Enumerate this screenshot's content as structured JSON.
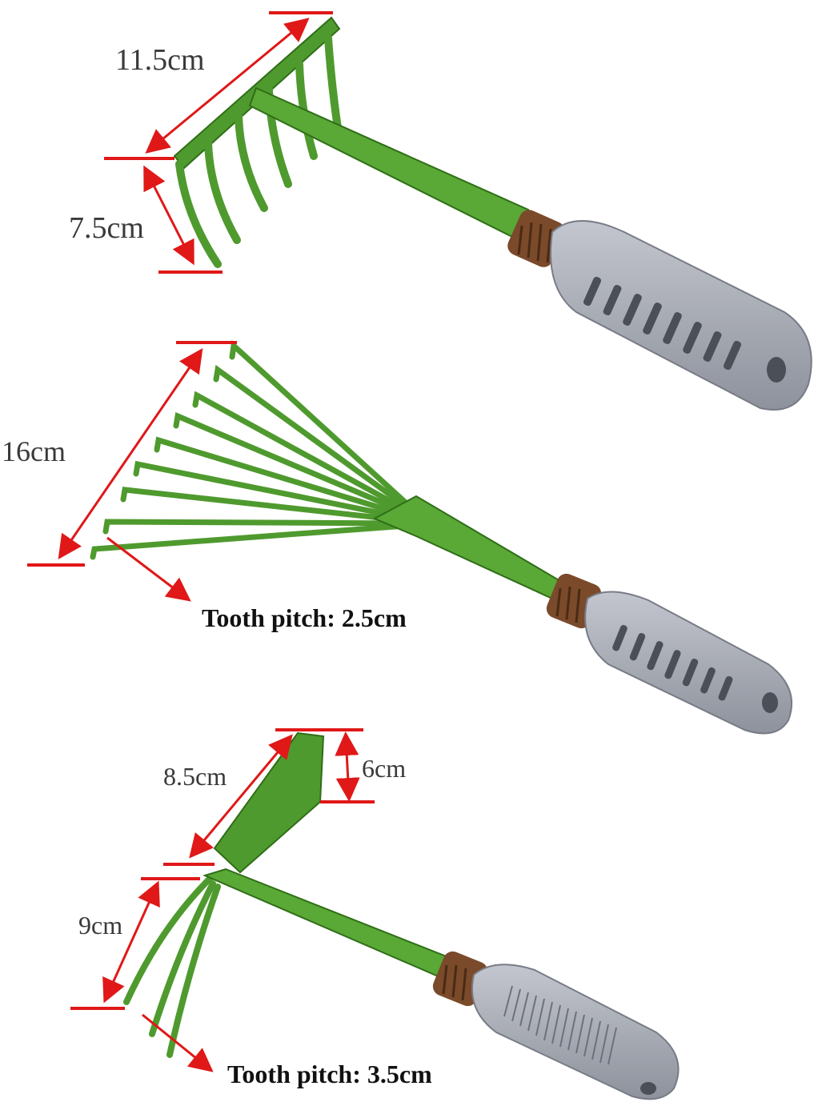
{
  "colors": {
    "tool_green": "#4f9a2e",
    "tool_green_dark": "#2f6e17",
    "handle_grey": "#a7abb6",
    "handle_slot": "#4b4f58",
    "collar_brown": "#7a4a2a",
    "measure_red": "#e01818",
    "background": "#ffffff"
  },
  "tools": [
    {
      "name_icon": "six-tine-hand-rake",
      "dimensions": {
        "width": "11.5cm",
        "height": "7.5cm"
      }
    },
    {
      "name_icon": "leaf-fan-rake",
      "dimensions": {
        "width": "16cm",
        "tooth_pitch": "Tooth pitch: 2.5cm"
      }
    },
    {
      "name_icon": "hoe-cultivator-combo",
      "dimensions": {
        "blade_length": "8.5cm",
        "blade_height": "6cm",
        "tine_length": "9cm",
        "tooth_pitch": "Tooth pitch: 3.5cm"
      }
    }
  ]
}
